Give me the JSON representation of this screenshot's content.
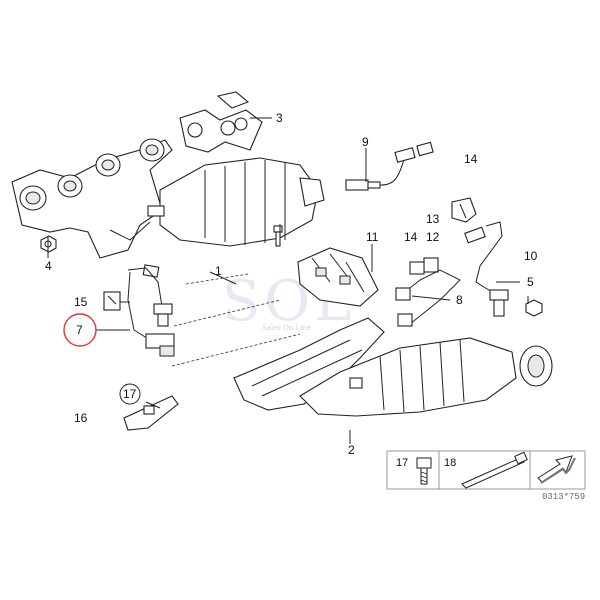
{
  "labels": {
    "l1": "1",
    "l2": "2",
    "l3": "3",
    "l4": "4",
    "l5": "5",
    "l7": "7",
    "l8": "8",
    "l9": "9",
    "l10": "10",
    "l11": "11",
    "l12": "12",
    "l13": "13",
    "l14a": "14",
    "l14b": "14",
    "l15": "15",
    "l16": "16",
    "l17": "17",
    "l17b": "17",
    "l18": "18"
  },
  "watermark": {
    "text": "SOL",
    "subtext": "Sales On Line"
  },
  "diagram_code": "0313*759",
  "colors": {
    "highlight": "#d9343a",
    "line": "#222222"
  }
}
